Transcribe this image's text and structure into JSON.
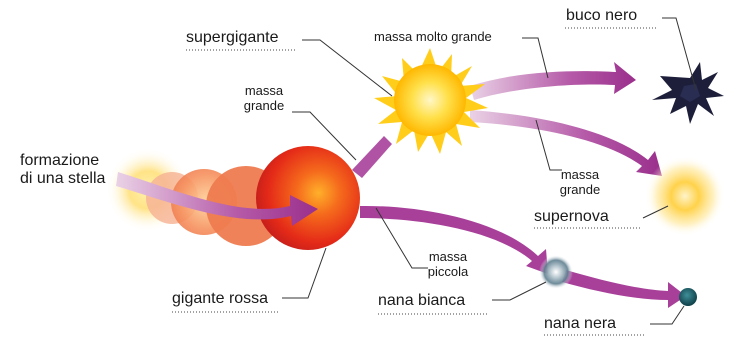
{
  "diagram": {
    "labels": {
      "formazione": [
        "formazione",
        "di una stella"
      ],
      "supergigante": "supergigante",
      "massa_grande_top": [
        "massa",
        "grande"
      ],
      "massa_molto_grande": "massa molto grande",
      "buco_nero": "buco nero",
      "massa_grande_right": [
        "massa",
        "grande"
      ],
      "supernova": "supernova",
      "massa_piccola": [
        "massa",
        "piccola"
      ],
      "gigante_rossa": "gigante rossa",
      "nana_bianca": "nana bianca",
      "nana_nera": "nana nera"
    },
    "colors": {
      "arrow": "#a8409a",
      "arrow_light": "#e7c2df",
      "red_giant": "#e8261c",
      "sun": "#ffd21f",
      "black_hole": "#1d1f3a",
      "white_dwarf": "#6c8fa0",
      "black_dwarf": "#1f5f6b"
    },
    "icons": [
      "sun-icon",
      "black-hole-icon",
      "red-giant-icon",
      "supernova-glow-icon",
      "white-dwarf-icon",
      "black-dwarf-icon"
    ]
  }
}
